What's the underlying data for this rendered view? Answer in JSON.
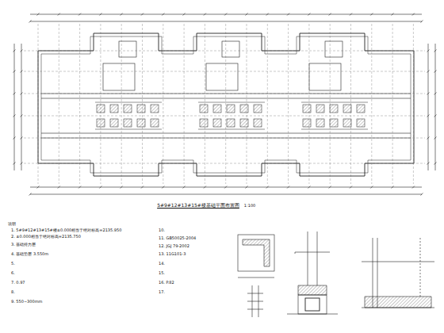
{
  "diagram": {
    "title": "5#9#12#13#15#楼基础平面布置图",
    "labels": [
      "1:100",
      "说明",
      "1. 5#9#12#13#15#楼±0.000相当于绝对标高=2135.950",
      "2. ±0.000相当于绝对标高=2135.750",
      "3. 基础持力层",
      "4. 基础垫层 3.550m",
      "5.",
      "6.",
      "7. 0.97",
      "8.",
      "9. 550~300mm",
      "10.",
      "11. GB50025-2004",
      "12. JGJ 79-2002",
      "13. 11G101-3",
      "14.",
      "15.",
      "16. P.82",
      "17."
    ]
  }
}
